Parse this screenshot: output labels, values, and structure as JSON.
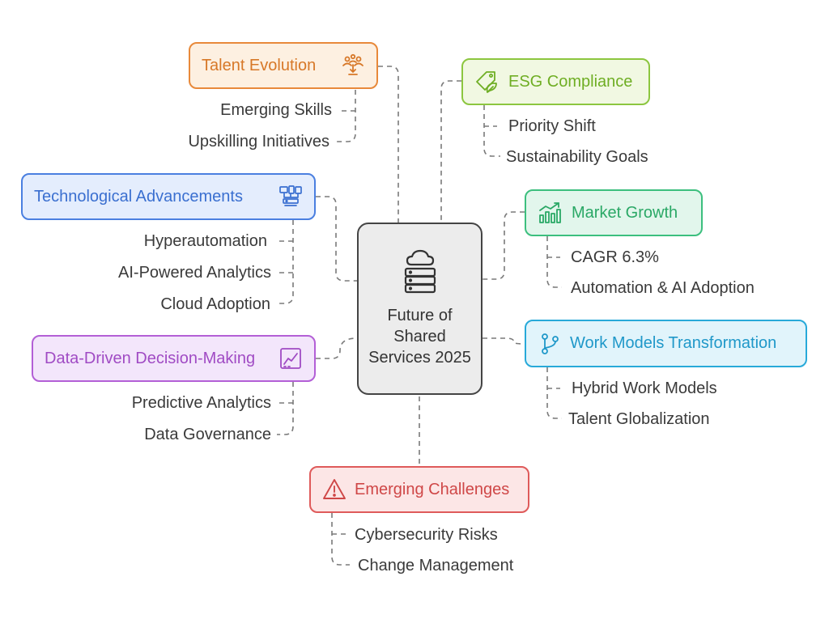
{
  "center": {
    "title": "Future of Shared Services 2025",
    "icon": "cloud-server-icon"
  },
  "topics": {
    "talent": {
      "label": "Talent Evolution",
      "icon": "team-growth-icon",
      "color": "#e8893a",
      "bg": "#fdf0e1",
      "items": [
        "Emerging Skills",
        "Upskilling Initiatives"
      ]
    },
    "tech": {
      "label": "Technological Advancements",
      "icon": "devices-network-icon",
      "color": "#4a7fe0",
      "bg": "#e4edfd",
      "items": [
        "Hyperautomation",
        "AI-Powered Analytics",
        "Cloud Adoption"
      ]
    },
    "data": {
      "label": "Data-Driven Decision-Making",
      "icon": "trend-chart-icon",
      "color": "#b35fd6",
      "bg": "#f3e6fb",
      "items": [
        "Predictive Analytics",
        "Data Governance"
      ]
    },
    "esg": {
      "label": "ESG Compliance",
      "icon": "eco-tag-icon",
      "color": "#8cc63f",
      "bg": "#f1f8e2",
      "items": [
        "Priority Shift",
        "Sustainability Goals"
      ]
    },
    "market": {
      "label": "Market Growth",
      "icon": "bar-growth-icon",
      "color": "#3cbf7e",
      "bg": "#e2f6ec",
      "items": [
        "CAGR 6.3%",
        "Automation & AI Adoption"
      ]
    },
    "work": {
      "label": "Work Models Transformation",
      "icon": "branch-icon",
      "color": "#27a9d9",
      "bg": "#e1f4fb",
      "items": [
        "Hybrid Work Models",
        "Talent Globalization"
      ]
    },
    "challenges": {
      "label": "Emerging Challenges",
      "icon": "warning-icon",
      "color": "#df5a5a",
      "bg": "#fce6e6",
      "items": [
        "Cybersecurity Risks",
        "Change Management"
      ]
    }
  }
}
